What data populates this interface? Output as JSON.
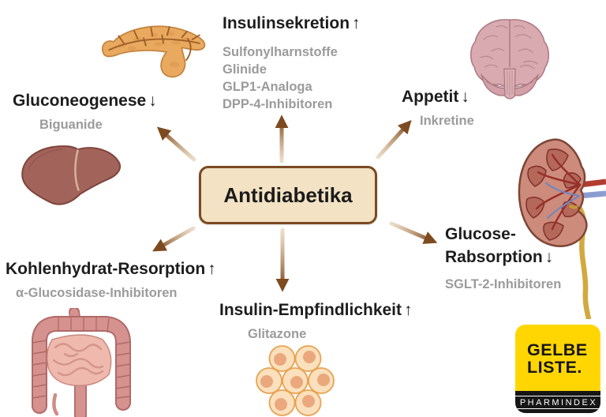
{
  "diagram_title": "Antidiabetika",
  "center_box": {
    "label": "Antidiabetika",
    "fill": "#f3e2c4",
    "border": "#7a4a22"
  },
  "colors": {
    "background": "#ffffff",
    "arrow_brown": "#7e4a1f",
    "heading_text": "#1d1d1d",
    "drug_text": "#9b9b9b",
    "logo_yellow": "#ffd602",
    "logo_black": "#161616",
    "pancreas": "#e9a95f",
    "liver": "#a2635a",
    "brain": "#d9aab0",
    "kidney": "#cd8b7b",
    "intestine": "#d6928f",
    "fat_cell": "#fbe0bd"
  },
  "nodes": [
    {
      "organ": "pancreas",
      "title": "Insulinsekretion",
      "trend": "↑",
      "drugs": [
        "Sulfonylharnstoffe",
        "Glinide",
        "GLP1-Analoga",
        "DPP-4-Inhibitoren"
      ]
    },
    {
      "organ": "liver",
      "title": "Gluconeogenese",
      "trend": "↓",
      "drugs": [
        "Biguanide"
      ]
    },
    {
      "organ": "brain",
      "title": "Appetit",
      "trend": "↓",
      "drugs": [
        "Inkretine"
      ]
    },
    {
      "organ": "kidney",
      "title_line1": "Glucose-",
      "title_line2": "Rabsorption",
      "trend": "↓",
      "drugs": [
        "SGLT-2-Inhibitoren"
      ]
    },
    {
      "organ": "intestine",
      "title": "Kohlenhydrat-Resorption",
      "trend": "↑",
      "drugs": [
        "α-Glucosidase-Inhibitoren"
      ]
    },
    {
      "organ": "fat-cells",
      "title": "Insulin-Empfindlichkeit",
      "trend": "↑",
      "drugs": [
        "Glitazone"
      ]
    }
  ],
  "logo": {
    "line1": "GELBE",
    "line2": "LISTE.",
    "tagline": "PHARMINDEX"
  }
}
